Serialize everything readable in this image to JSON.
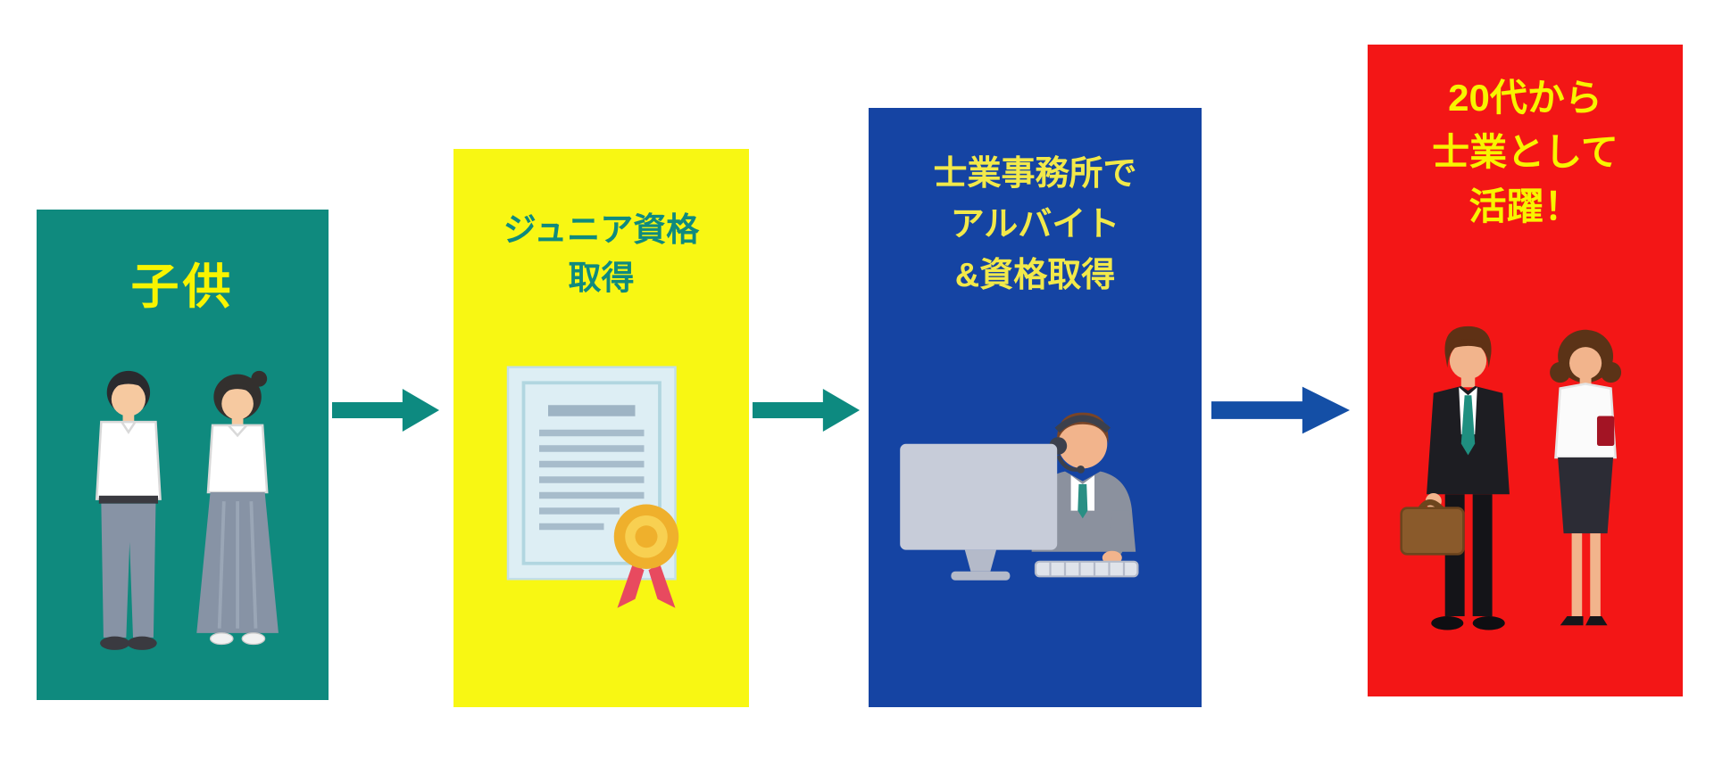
{
  "diagram": {
    "steps": [
      {
        "lines": [
          "子供"
        ],
        "bg_color": "#0f8a7e",
        "text_color": "#f8f400",
        "illustration": "two-students"
      },
      {
        "lines": [
          "ジュニア資格",
          "取得"
        ],
        "bg_color": "#f8f713",
        "text_color": "#0f8a7e",
        "illustration": "certificate-with-medal"
      },
      {
        "lines": [
          "士業事務所で",
          "アルバイト",
          "&資格取得"
        ],
        "bg_color": "#1544a3",
        "text_color": "#f2e94a",
        "illustration": "operator-at-computer"
      },
      {
        "lines": [
          "20代から",
          "士業として",
          "活躍！"
        ],
        "bg_color": "#f31616",
        "text_color": "#f8f400",
        "illustration": "business-professionals"
      }
    ],
    "arrows": [
      {
        "color": "#0d8a80"
      },
      {
        "color": "#0d8a80"
      },
      {
        "color": "#144fa6"
      }
    ]
  }
}
